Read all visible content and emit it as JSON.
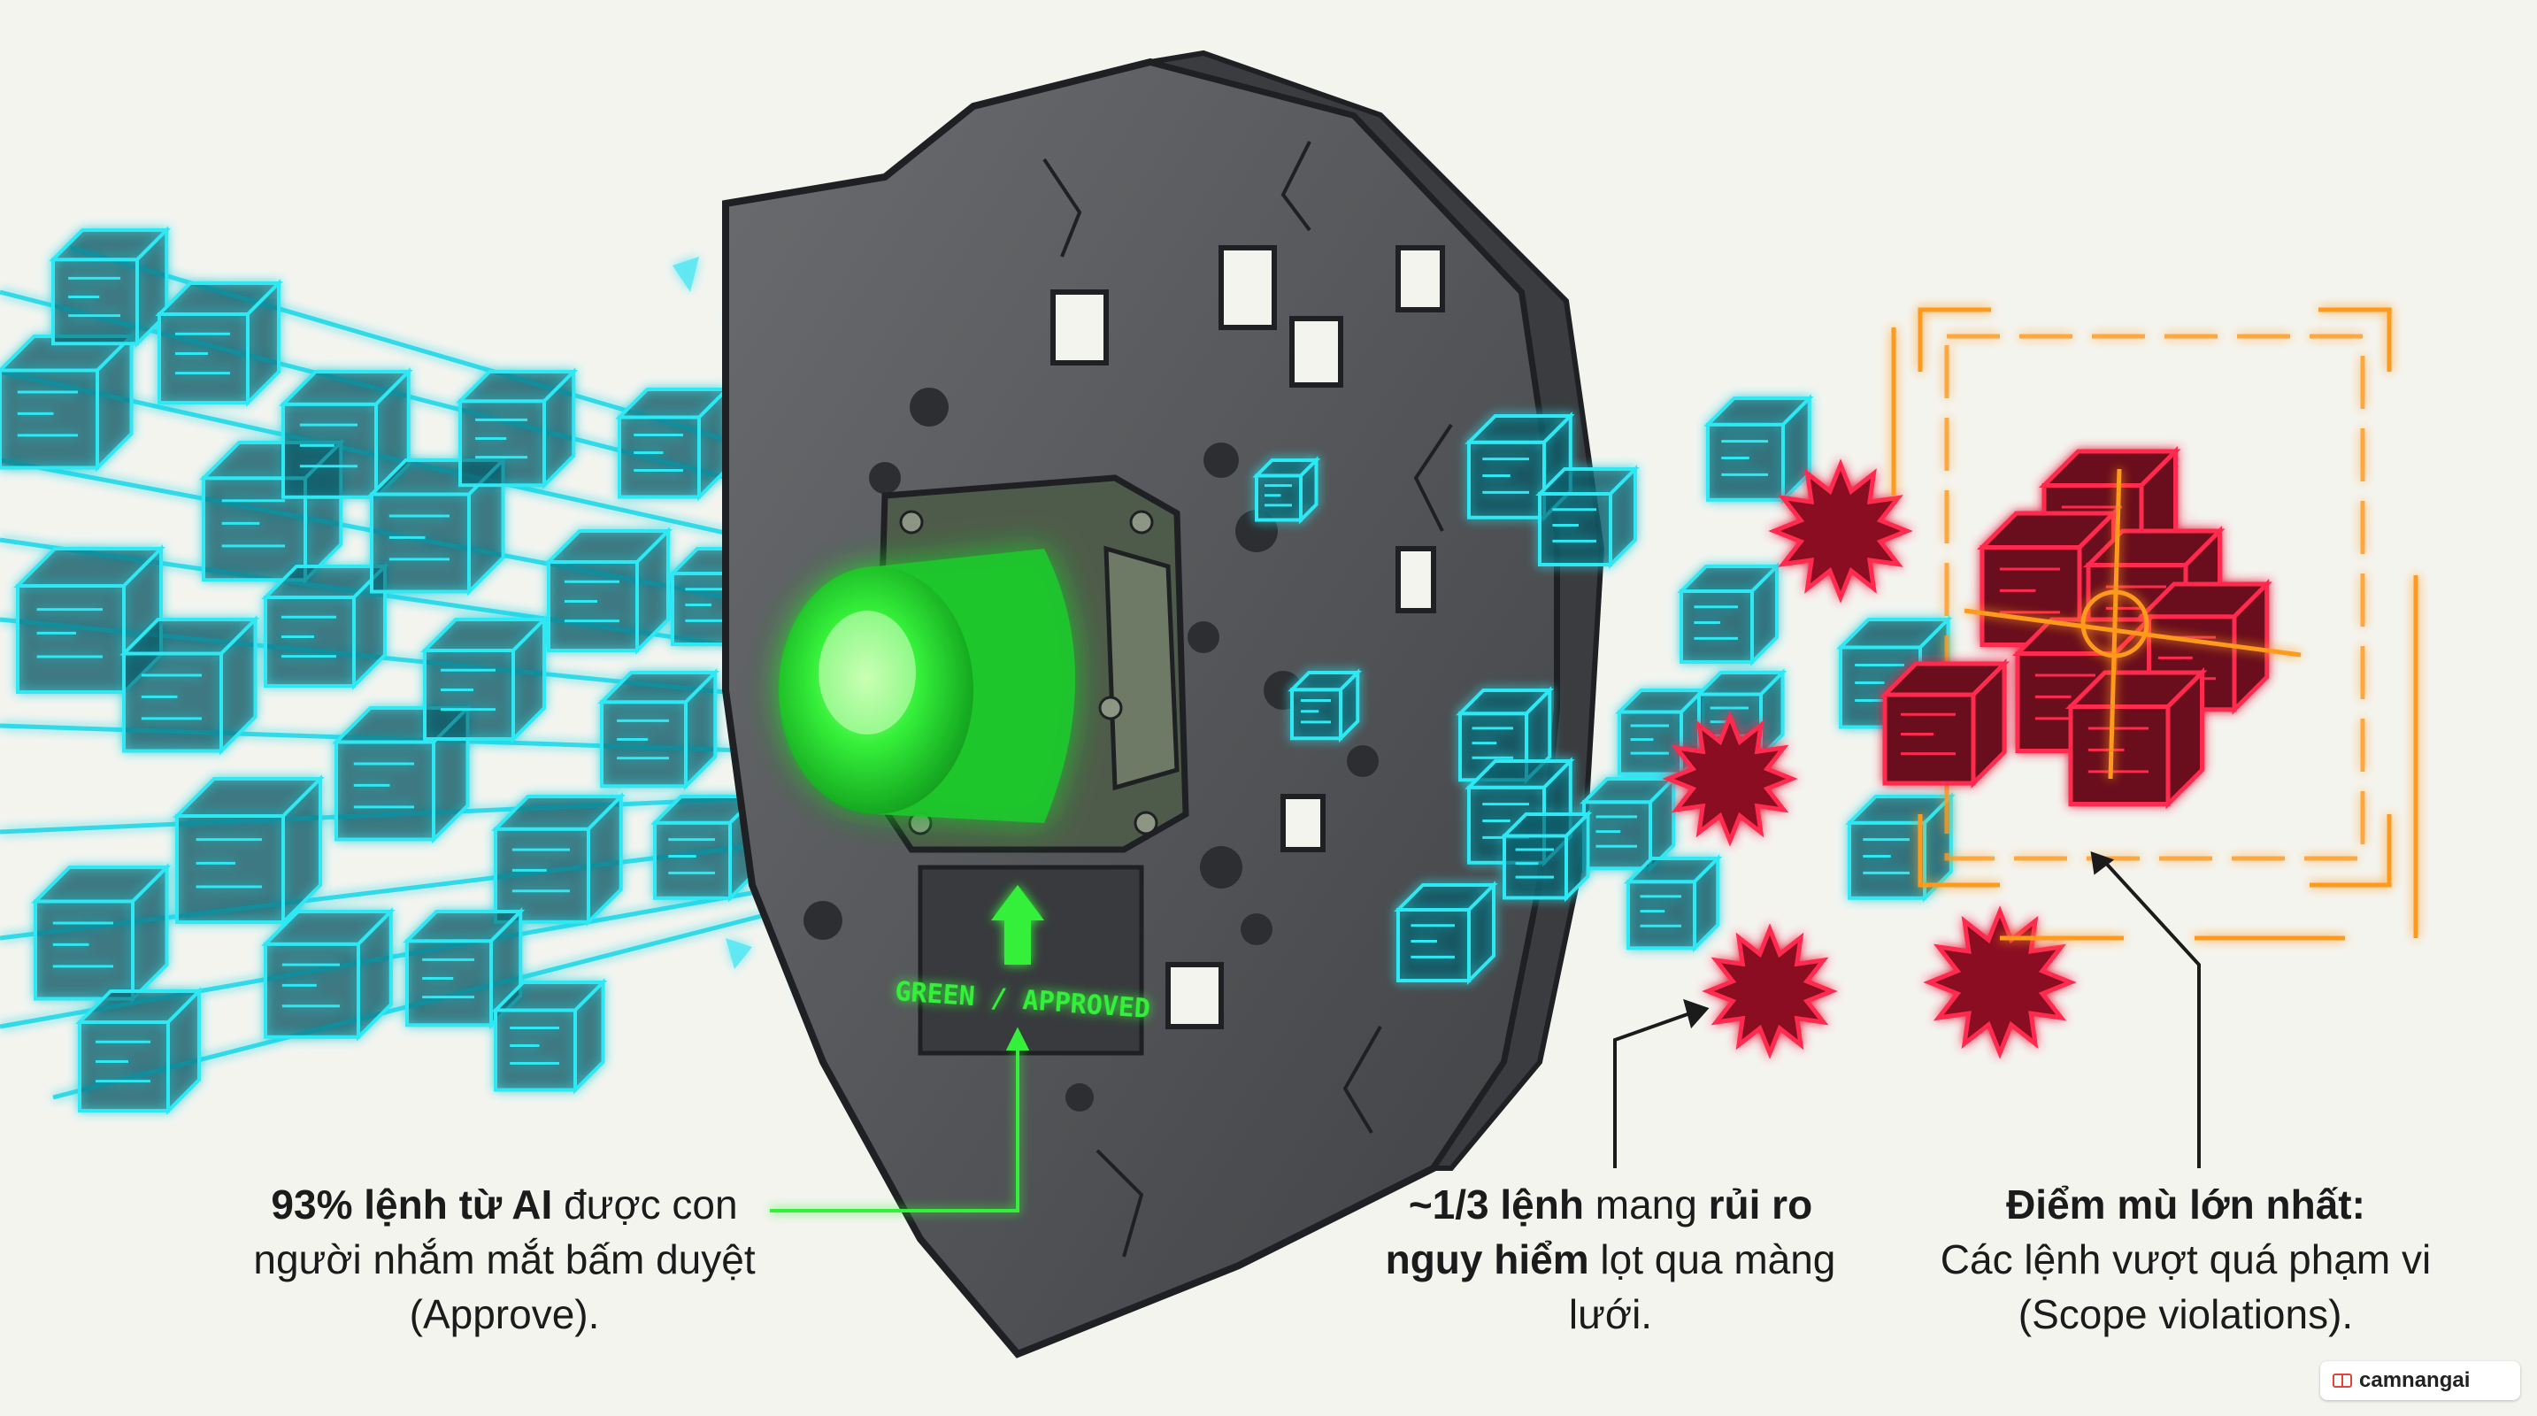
{
  "button": {
    "label": "GREEN / APPROVED"
  },
  "captions": {
    "approve": {
      "strong": "93% lệnh từ AI",
      "rest": " được con người nhắm mắt bấm duyệt (Approve)."
    },
    "risk": {
      "strong1": "~1/3 lệnh",
      "mid": " mang ",
      "strong2": "rủi ro nguy hiểm",
      "rest": " lọt qua màng lưới."
    },
    "blindspot": {
      "strong": "Điểm mù lớn nhất:",
      "rest": "Các lệnh vượt quá phạm vi (Scope violations)."
    }
  },
  "watermark": {
    "text": "camnangai",
    "icon": "book-icon"
  },
  "colors": {
    "cyan": "#19d6e8",
    "green": "#35f03a",
    "red": "#ff2a4d",
    "orange": "#ff9a1f",
    "stone": "#55575a"
  }
}
